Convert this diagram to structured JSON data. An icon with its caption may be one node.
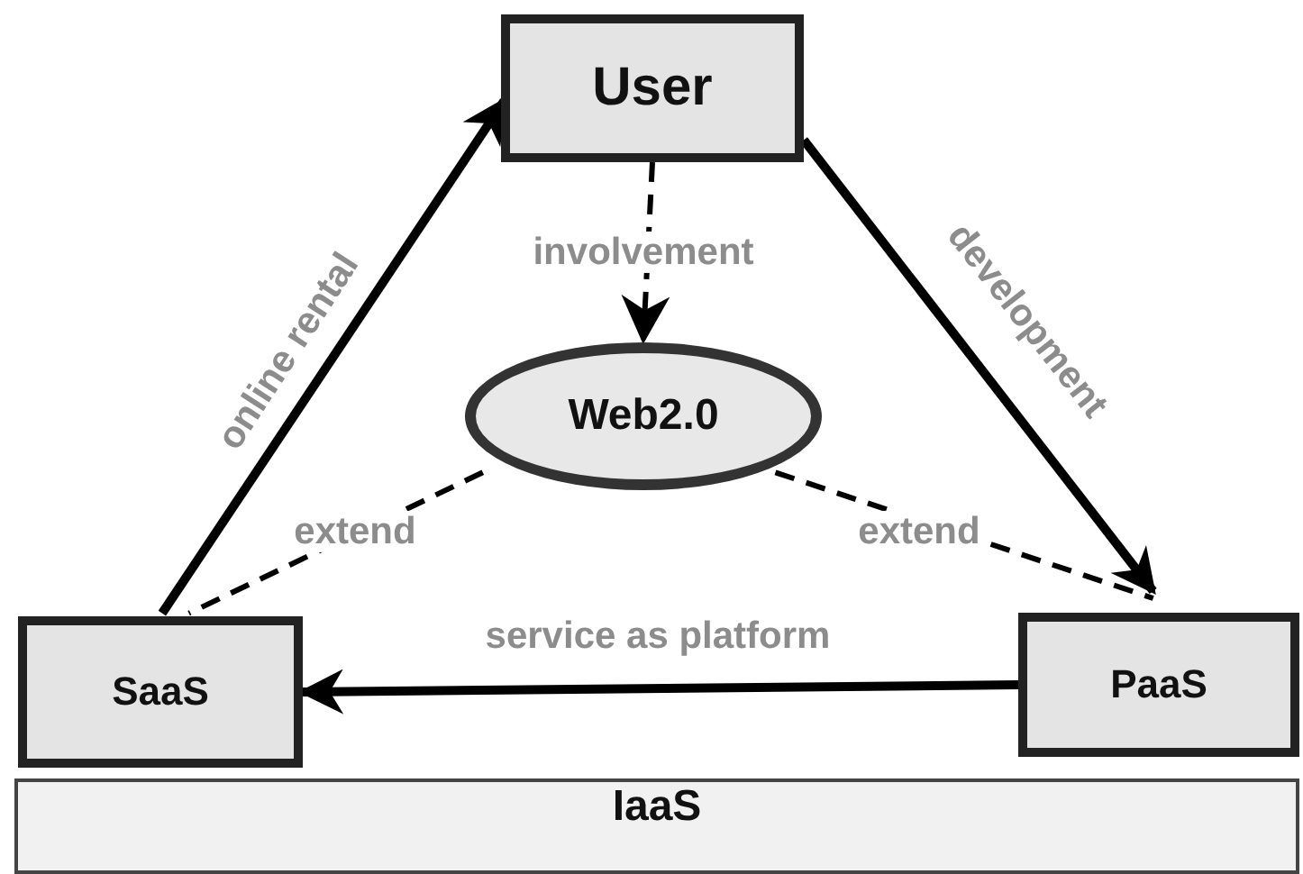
{
  "diagram": {
    "nodes": [
      {
        "text": [
          "User"
        ]
      },
      {
        "text": [
          "Web2.0"
        ]
      },
      {
        "text": [
          "SaaS"
        ]
      },
      {
        "text": [
          "PaaS"
        ]
      },
      {
        "text": [
          "IaaS"
        ]
      }
    ],
    "edges": [
      {
        "from": 2,
        "to": 0,
        "arrow": "to",
        "label": "online rental"
      },
      {
        "from": 0,
        "to": 3,
        "arrow": "to",
        "label": "development"
      },
      {
        "from": 0,
        "to": 1,
        "arrow": "to",
        "label": "involvement",
        "style": "dashed"
      },
      {
        "from": 1,
        "to": 2,
        "arrow": "none",
        "label": "extend",
        "style": "dashed"
      },
      {
        "from": 1,
        "to": 3,
        "arrow": "none",
        "label": "extend",
        "style": "dashed"
      },
      {
        "from": 3,
        "to": 2,
        "arrow": "to",
        "label": "service as platform"
      }
    ]
  }
}
